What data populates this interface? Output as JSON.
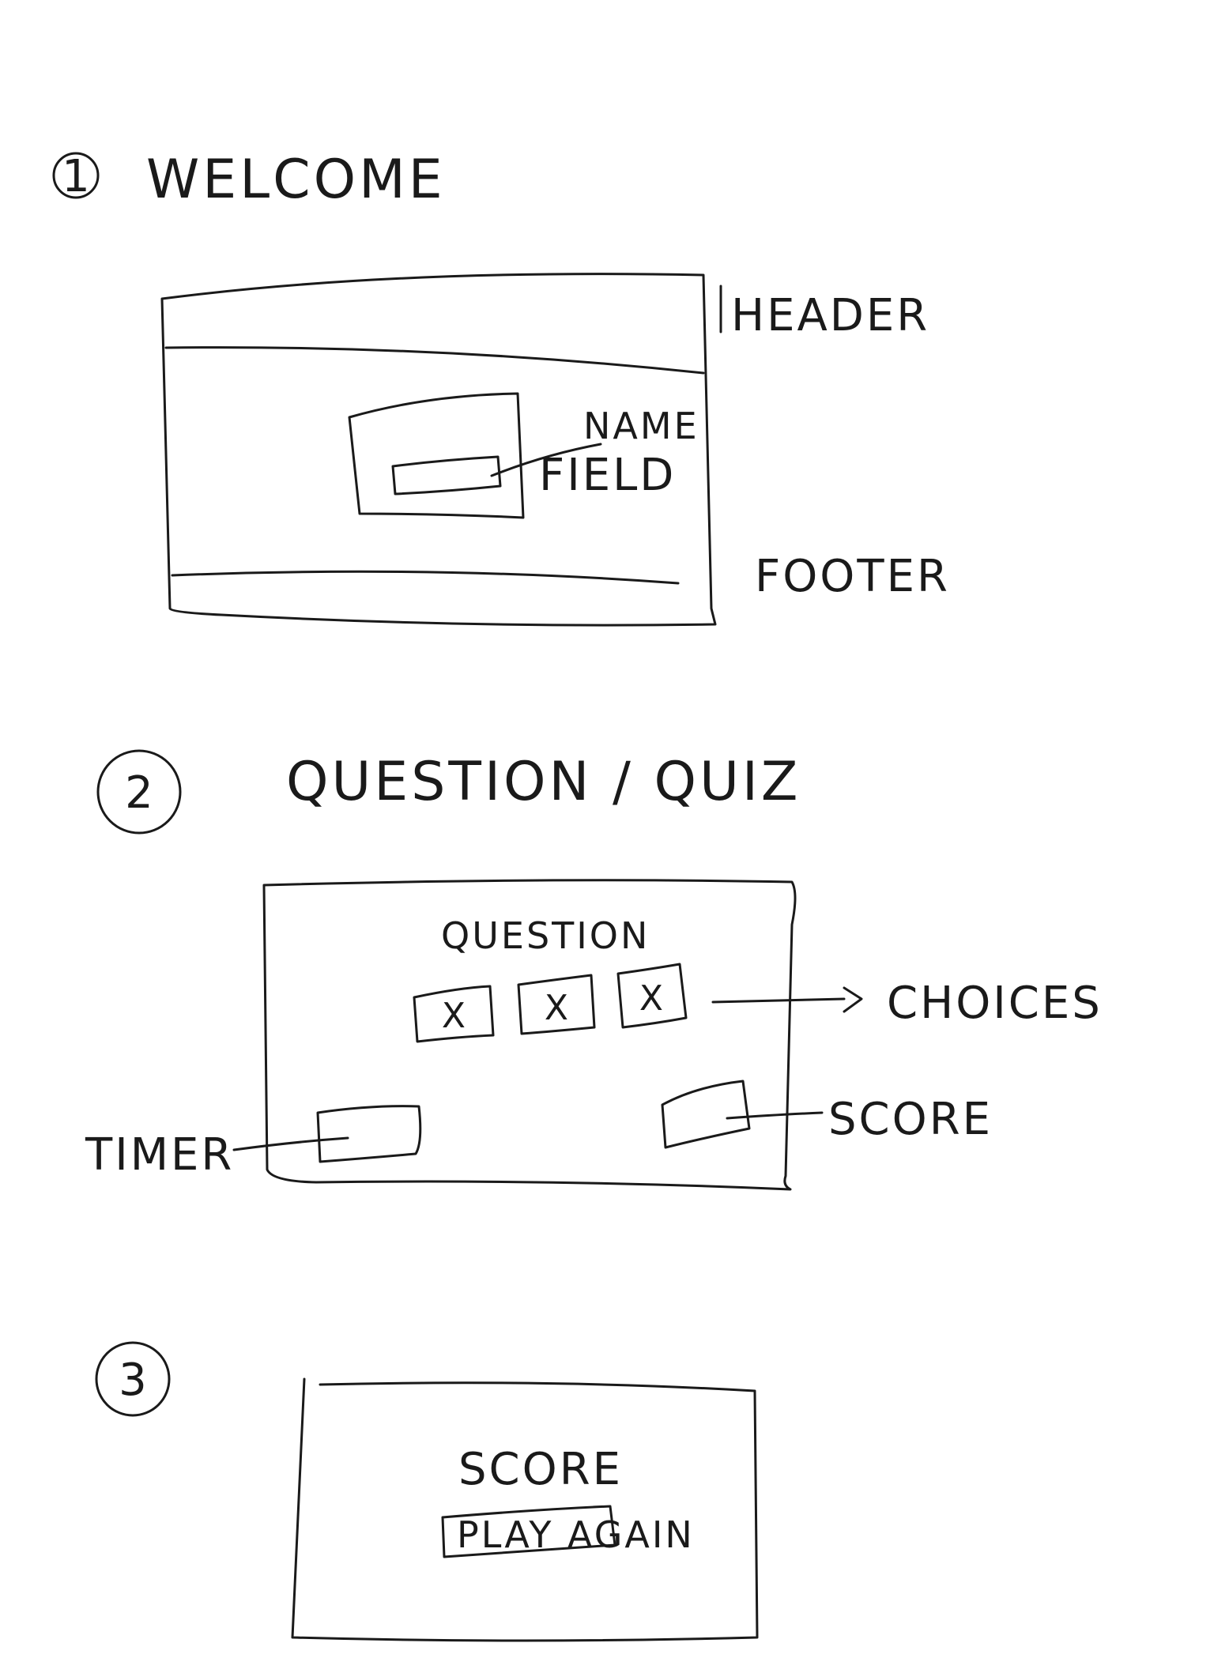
{
  "sections": [
    {
      "number": "1",
      "title": "WELCOME"
    },
    {
      "number": "2",
      "title": "QUESTION / QUIZ"
    },
    {
      "number": "3",
      "title": ""
    }
  ],
  "welcome": {
    "header_label": "HEADER",
    "footer_label": "FOOTER",
    "name_label": "NAME",
    "field_label": "FIELD"
  },
  "quiz": {
    "question_label": "QUESTION",
    "choice_mark": "X",
    "choices_label": "CHOICES",
    "timer_label": "TIMER",
    "score_label": "SCORE"
  },
  "result": {
    "score_label": "SCORE",
    "play_again_label": "PLAY AGAIN"
  }
}
